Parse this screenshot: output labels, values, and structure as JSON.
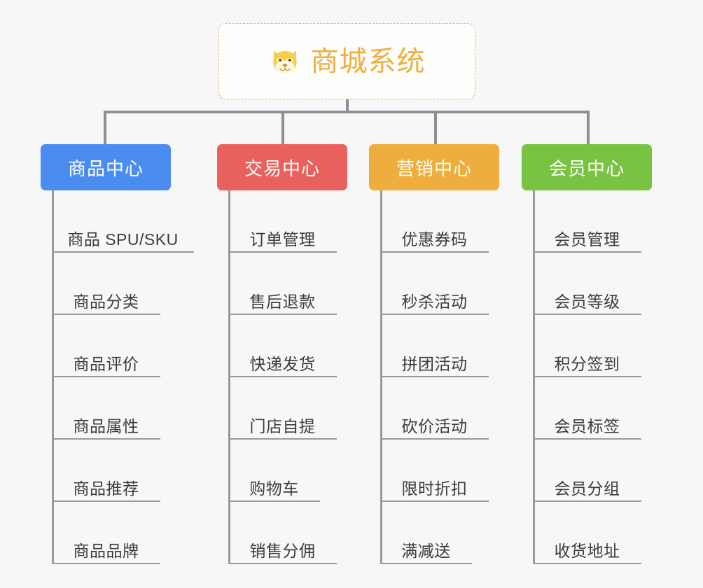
{
  "root": {
    "title": "商城系统",
    "icon": "shiba-dog-icon",
    "accent_color": "#eeb03c",
    "border_color": "#e8b563"
  },
  "connector_color": "#8f8f8f",
  "columns": [
    {
      "label": "商品中心",
      "color": "#4a8cf0",
      "items": [
        "商品 SPU/SKU",
        "商品分类",
        "商品评价",
        "商品属性",
        "商品推荐",
        "商品品牌"
      ]
    },
    {
      "label": "交易中心",
      "color": "#e8615c",
      "items": [
        "订单管理",
        "售后退款",
        "快递发货",
        "门店自提",
        "购物车",
        "销售分佣"
      ]
    },
    {
      "label": "营销中心",
      "color": "#eeae3d",
      "items": [
        "优惠券码",
        "秒杀活动",
        "拼团活动",
        "砍价活动",
        "限时折扣",
        "满减送"
      ]
    },
    {
      "label": "会员中心",
      "color": "#78c342",
      "items": [
        "会员管理",
        "会员等级",
        "积分签到",
        "会员标签",
        "会员分组",
        "收货地址"
      ]
    }
  ]
}
